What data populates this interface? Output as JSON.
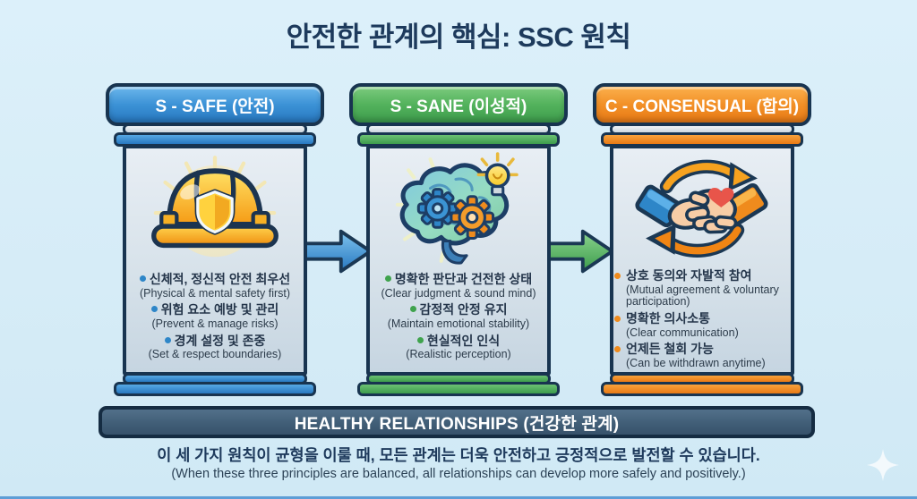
{
  "title": "안전한 관계의 핵심: SSC 원칙",
  "pillars": [
    {
      "header": "S - SAFE (안전)",
      "icon": "hard-hat-shield-icon",
      "accent_color": "#2878c0",
      "bullets": [
        {
          "ko": "신체적, 정신적 안전 최우선",
          "en": "(Physical & mental safety first)"
        },
        {
          "ko": "위험 요소 예방 및 관리",
          "en": "(Prevent & manage risks)"
        },
        {
          "ko": "경계 설정 및 존중",
          "en": "(Set & respect boundaries)"
        }
      ]
    },
    {
      "header": "S - SANE (이성적)",
      "icon": "brain-gears-lightbulb-icon",
      "accent_color": "#3d9c4c",
      "bullets": [
        {
          "ko": "명확한 판단과 건전한 상태",
          "en": "(Clear judgment & sound mind)"
        },
        {
          "ko": "감정적 안정 유지",
          "en": "(Maintain emotional stability)"
        },
        {
          "ko": "현실적인 인식",
          "en": "(Realistic perception)"
        }
      ]
    },
    {
      "header": "C - CONSENSUAL (합의)",
      "icon": "handshake-cycle-icon",
      "accent_color": "#e87a15",
      "bullets": [
        {
          "ko": "상호 동의와 자발적 참여",
          "en": "(Mutual agreement & voluntary participation)"
        },
        {
          "ko": "명확한 의사소통",
          "en": "(Clear communication)"
        },
        {
          "ko": "언제든 철회 가능",
          "en": "(Can be withdrawn anytime)"
        }
      ]
    }
  ],
  "banner": {
    "label": "HEALTHY RELATIONSHIPS (건강한 관계)"
  },
  "footer": {
    "ko": "이 세 가지 원칙이 균형을 이룰 때, 모든 관계는 더욱 안전하고 긍정적으로 발전할 수 있습니다.",
    "en": "(When these three principles are balanced, all relationships can develop more safely and positively.)"
  },
  "colors": {
    "navy_outline": "#183450",
    "banner_bg": "#415e77",
    "background": "#d6ecf7",
    "safe_blue": "#2878c0",
    "sane_green": "#3d9c4c",
    "consensual_orange": "#e87a15"
  }
}
